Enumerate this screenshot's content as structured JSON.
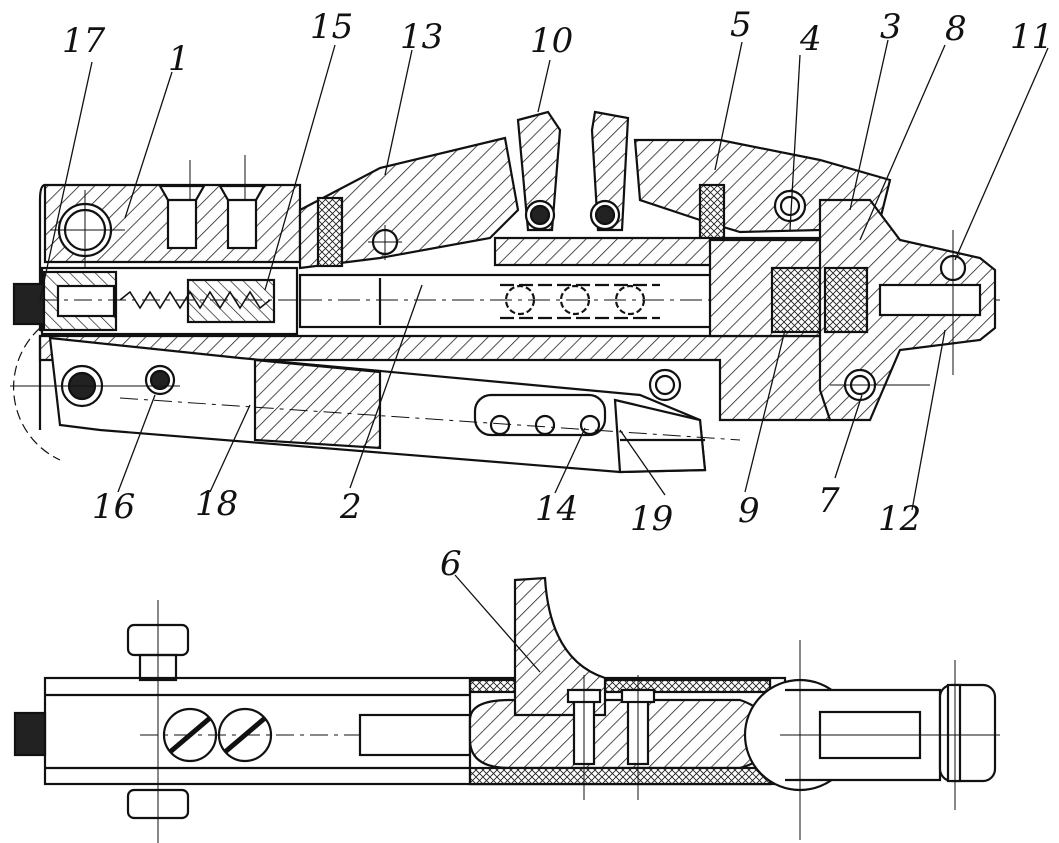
{
  "labels": {
    "n1": "1",
    "n2": "2",
    "n3": "3",
    "n4": "4",
    "n5": "5",
    "n6": "6",
    "n7": "7",
    "n8": "8",
    "n9": "9",
    "n10": "10",
    "n11": "11",
    "n12": "12",
    "n13": "13",
    "n14": "14",
    "n15": "15",
    "n16": "16",
    "n17": "17",
    "n18": "18",
    "n19": "19"
  },
  "colors": {
    "ink": "#111111",
    "paper": "#ffffff"
  }
}
